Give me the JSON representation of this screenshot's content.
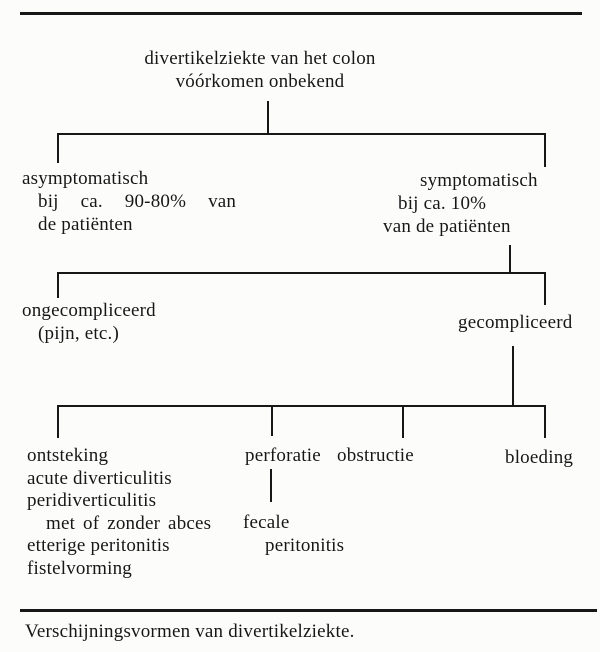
{
  "figure": {
    "root": {
      "line1": "divertikelziekte van het colon",
      "line2": "vóórkomen onbekend"
    },
    "asymptomatisch": {
      "line1": "asymptomatisch",
      "line2": "bij ca. 90-80% van",
      "line3": "de patiënten"
    },
    "symptomatisch": {
      "line1": "symptomatisch",
      "line2": "bij ca. 10%",
      "line3": "van de patiënten"
    },
    "ongecompliceerd": {
      "line1": "ongecompliceerd",
      "line2": "(pijn, etc.)"
    },
    "gecompliceerd": {
      "label": "gecompliceerd"
    },
    "ontsteking": {
      "label": "ontsteking",
      "sub": [
        "acute diverticulitis",
        "peridiverticulitis",
        "met of zonder abces",
        "etterige peritonitis",
        "fistelvorming"
      ]
    },
    "perforatie": {
      "label": "perforatie",
      "sub": [
        "fecale",
        "peritonitis"
      ]
    },
    "obstructie": {
      "label": "obstructie"
    },
    "bloeding": {
      "label": "bloeding"
    },
    "caption": "Verschijningsvormen van divertikelziekte."
  },
  "colors": {
    "ink": "#171717",
    "paper": "#fcfcfa"
  }
}
